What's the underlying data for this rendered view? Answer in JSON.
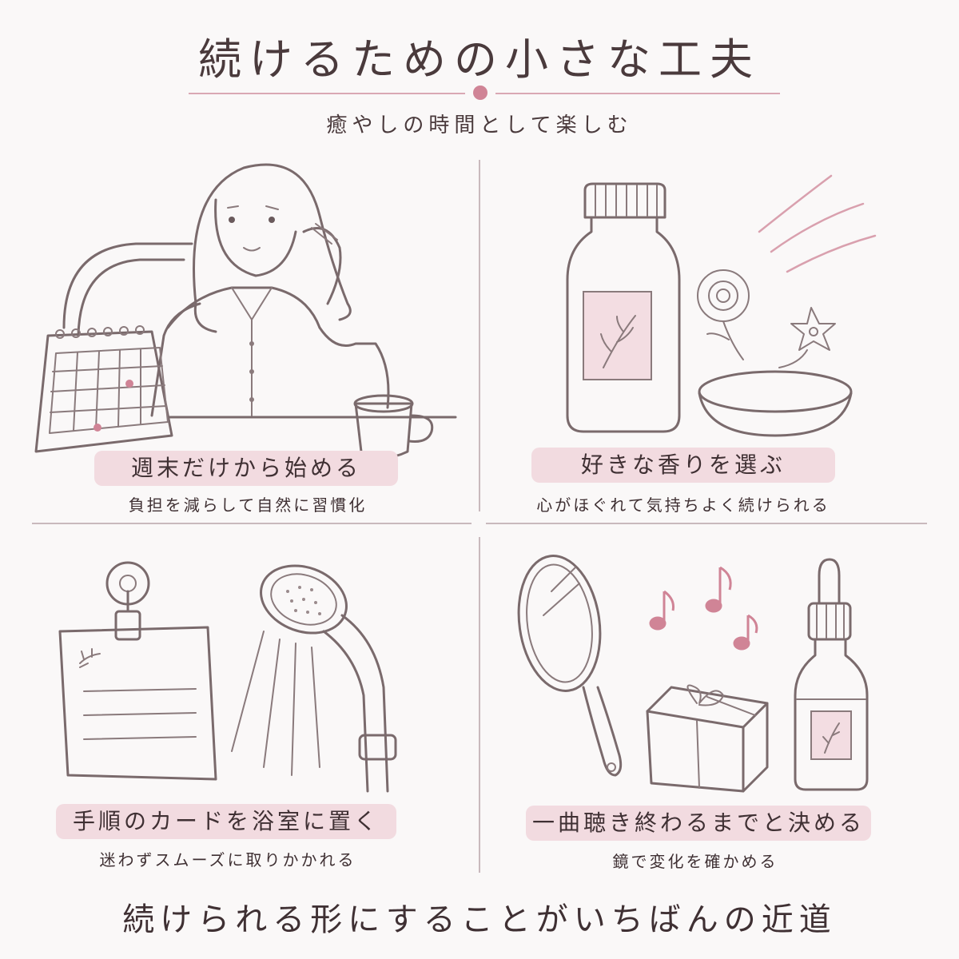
{
  "header": {
    "title": "続けるための小さな工夫",
    "subtitle": "癒やしの時間として楽しむ"
  },
  "panels": [
    {
      "label": "週末だけから始める",
      "caption": "負担を減らして自然に習慣化"
    },
    {
      "label": "好きな香りを選ぶ",
      "caption": "心がほぐれて気持ちよく続けられる"
    },
    {
      "label": "手順のカードを浴室に置く",
      "caption": "迷わずスムーズに取りかかれる"
    },
    {
      "label": "一曲聴き終わるまでと決める",
      "caption": "鏡で変化を確かめる"
    }
  ],
  "footer": {
    "text": "続けられる形にすることがいちばんの近道"
  },
  "colors": {
    "accent": "#d08496",
    "pill_bg": "#f2dbe0",
    "line": "#c9b9bd",
    "text": "#3f3033"
  }
}
